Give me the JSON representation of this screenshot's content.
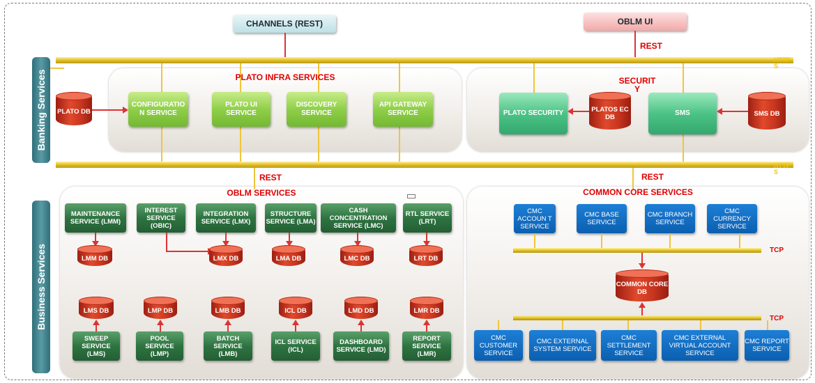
{
  "top": {
    "channels_label": "CHANNELS (REST)",
    "oblm_ui_label": "OBLM UI",
    "rest_top": "REST",
    "http_top": "HTTP S"
  },
  "side_labels": {
    "banking": "Banking Services",
    "business": "Business Services"
  },
  "plato_infra": {
    "title": "PLATO INFRA SERVICES",
    "db": "PLATO DB",
    "services": [
      "CONFIGURATIO N SERVICE",
      "PLATO UI SERVICE",
      "DISCOVERY SERVICE",
      "API GATEWAY SERVICE"
    ]
  },
  "security": {
    "title": "SECURIT Y",
    "plato_security": "PLATO SECURITY",
    "platosec_db": "PLATOS EC DB",
    "sms": "SMS",
    "sms_db": "SMS DB"
  },
  "mid_bus": {
    "rest_left": "REST",
    "rest_right": "REST",
    "http_mid": "HTTP S"
  },
  "oblm": {
    "title": "OBLM SERVICES",
    "top_services": [
      "MAINTENANCE SERVICE (LMM)",
      "INTEREST SERVICE (OBIC)",
      "INTEGRATION SERVICE (LMX)",
      "STRUCTURE SERVICE (LMA)",
      "CASH CONCENTRATION SERVICE (LMC)",
      "RTL SERVICE (LRT)"
    ],
    "top_dbs": [
      "LMM DB",
      "LMX DB",
      "LMA DB",
      "LMC DB",
      "LRT DB"
    ],
    "bottom_dbs": [
      "LMS DB",
      "LMP DB",
      "LMB DB",
      "ICL DB",
      "LMD DB",
      "LMR DB"
    ],
    "bottom_services": [
      "SWEEP SERVICE (LMS)",
      "POOL SERVICE (LMP)",
      "BATCH SERVICE (LMB)",
      "ICL SERVICE (ICL)",
      "DASHBOARD SERVICE (LMD)",
      "REPORT SERVICE (LMR)"
    ]
  },
  "common_core": {
    "title": "COMMON CORE SERVICES",
    "top_services": [
      "CMC ACCOUN T SERVICE",
      "CMC BASE SERVICE",
      "CMC BRANCH SERVICE",
      "CMC CURRENCY SERVICE"
    ],
    "tcp_top": "TCP",
    "db": "COMMON CORE DB",
    "tcp_bottom": "TCP",
    "bottom_services": [
      "CMC CUSTOMER SERVICE",
      "CMC EXTERNAL SYSTEM SERVICE",
      "CMC SETTLEMENT SERVICE",
      "CMC EXTERNAL VIRTUAL ACCOUNT SERVICE",
      "CMC REPORT SERVICE"
    ]
  }
}
